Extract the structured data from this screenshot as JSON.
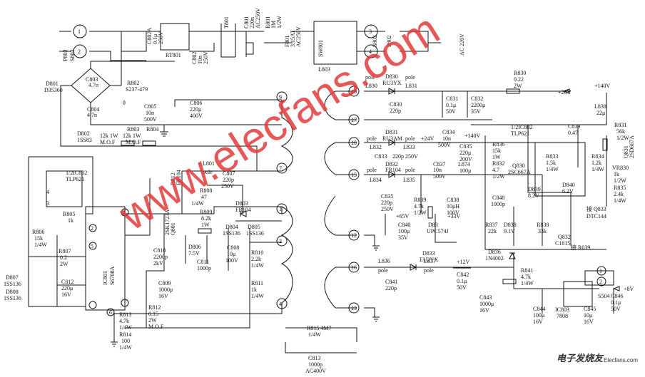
{
  "watermark": "www.elecfans.com",
  "brand": {
    "cn": "电子发烧友",
    "en": "Elecfans.com"
  },
  "ac_in": "AC 220V",
  "labels": [
    {
      "id": "p803",
      "text": "P803"
    },
    {
      "id": "s803",
      "text": "S803"
    },
    {
      "id": "c802a",
      "text": "C802A"
    },
    {
      "id": "c802a_v",
      "text": "0.1μ"
    },
    {
      "id": "c802a_r",
      "text": "250V"
    },
    {
      "id": "rt801",
      "text": "RT801"
    },
    {
      "id": "t801",
      "text": "T801"
    },
    {
      "id": "c802",
      "text": "C802"
    },
    {
      "id": "c802_v",
      "text": "10n"
    },
    {
      "id": "c802_r",
      "text": "250V"
    },
    {
      "id": "c801",
      "text": "C801"
    },
    {
      "id": "c801_v",
      "text": "220n"
    },
    {
      "id": "c801_r",
      "text": "AC250V"
    },
    {
      "id": "r801",
      "text": "R801"
    },
    {
      "id": "r801_v",
      "text": "1M"
    },
    {
      "id": "r801_p",
      "text": "1/2W"
    },
    {
      "id": "f801",
      "text": "F801"
    },
    {
      "id": "f801_v",
      "text": "3.15AT"
    },
    {
      "id": "f801_r",
      "text": "AC250V"
    },
    {
      "id": "sw801",
      "text": "SW801"
    },
    {
      "id": "s802",
      "text": "S802"
    },
    {
      "id": "p802",
      "text": "P802"
    },
    {
      "id": "l803",
      "text": "L803"
    },
    {
      "id": "d801",
      "text": "D801"
    },
    {
      "id": "d35360",
      "text": "D35360"
    },
    {
      "id": "c803",
      "text": "C803"
    },
    {
      "id": "c803_v",
      "text": "4.7n"
    },
    {
      "id": "c804",
      "text": "C804"
    },
    {
      "id": "c804_v",
      "text": "4.7n"
    },
    {
      "id": "r802",
      "text": "R802"
    },
    {
      "id": "r802_v",
      "text": "S237-479"
    },
    {
      "id": "theta",
      "text": "θ"
    },
    {
      "id": "c805",
      "text": "C805"
    },
    {
      "id": "c805_v",
      "text": "10n"
    },
    {
      "id": "c805_r",
      "text": "500V"
    },
    {
      "id": "c806",
      "text": "C806"
    },
    {
      "id": "c806_v",
      "text": "220μ"
    },
    {
      "id": "c806_r",
      "text": "400V"
    },
    {
      "id": "d802",
      "text": "D802"
    },
    {
      "id": "d802_v",
      "text": "1SS83"
    },
    {
      "id": "r803",
      "text": "R803"
    },
    {
      "id": "r803_v",
      "text": "12k  1W"
    },
    {
      "id": "r803_m",
      "text": "M.O.F"
    },
    {
      "id": "r804",
      "text": "R804"
    },
    {
      "id": "r804_v",
      "text": "12k  1W"
    },
    {
      "id": "r804_m",
      "text": "M.O.F"
    },
    {
      "id": "l801",
      "text": "L801"
    },
    {
      "id": "l801_p",
      "text": "pole"
    },
    {
      "id": "ic802a",
      "text": "1/2IC802"
    },
    {
      "id": "tlp621a",
      "text": "TLP621"
    },
    {
      "id": "r805",
      "text": "R805"
    },
    {
      "id": "r805_v",
      "text": "1k"
    },
    {
      "id": "r806",
      "text": "R806"
    },
    {
      "id": "r806_v",
      "text": "15k"
    },
    {
      "id": "r806_p",
      "text": "1/4W"
    },
    {
      "id": "r807",
      "text": "R807"
    },
    {
      "id": "r807_v",
      "text": "0.2"
    },
    {
      "id": "r807_p",
      "text": "2W"
    },
    {
      "id": "c812",
      "text": "C812"
    },
    {
      "id": "c812_v",
      "text": "220μ"
    },
    {
      "id": "c812_r",
      "text": "16V"
    },
    {
      "id": "d807",
      "text": "D807"
    },
    {
      "id": "d807_v",
      "text": "1SS136"
    },
    {
      "id": "d808",
      "text": "D808"
    },
    {
      "id": "d808_v",
      "text": "1SS136"
    },
    {
      "id": "ic801",
      "text": "IC801"
    },
    {
      "id": "ic801_v",
      "text": "S6708A"
    },
    {
      "id": "q801",
      "text": "Q801"
    },
    {
      "id": "q801_v",
      "text": "2SK1723A"
    },
    {
      "id": "d812",
      "text": "D812"
    },
    {
      "id": "d812_v",
      "text": "FR104"
    },
    {
      "id": "r808",
      "text": "R808"
    },
    {
      "id": "r808_v",
      "text": "47"
    },
    {
      "id": "r808_p",
      "text": "1/4W"
    },
    {
      "id": "r809",
      "text": "R809"
    },
    {
      "id": "r809_v",
      "text": "8.2k"
    },
    {
      "id": "r809_p",
      "text": "1W"
    },
    {
      "id": "c807",
      "text": "C807"
    },
    {
      "id": "c807_v",
      "text": "220p"
    },
    {
      "id": "c807_r",
      "text": "250V"
    },
    {
      "id": "d803",
      "text": "D803"
    },
    {
      "id": "d803_v",
      "text": "FR104"
    },
    {
      "id": "c810",
      "text": "C810"
    },
    {
      "id": "c810_v",
      "text": "2200p"
    },
    {
      "id": "c810_r",
      "text": "2kV"
    },
    {
      "id": "d806",
      "text": "D806"
    },
    {
      "id": "d806_v",
      "text": "7.5V"
    },
    {
      "id": "c811",
      "text": "C811"
    },
    {
      "id": "c811_v",
      "text": "1000p"
    },
    {
      "id": "d804",
      "text": "D804"
    },
    {
      "id": "d804_v",
      "text": "1SS136"
    },
    {
      "id": "c808",
      "text": "C808"
    },
    {
      "id": "c808_v",
      "text": "10μ"
    },
    {
      "id": "c808_r",
      "text": "100V"
    },
    {
      "id": "d805",
      "text": "D805"
    },
    {
      "id": "d805_v",
      "text": "1SS136"
    },
    {
      "id": "r810",
      "text": "R810"
    },
    {
      "id": "r810_v",
      "text": "2.2k"
    },
    {
      "id": "r810_p",
      "text": "1/4W"
    },
    {
      "id": "r811",
      "text": "R811"
    },
    {
      "id": "r811_v",
      "text": "1k"
    },
    {
      "id": "r811_p",
      "text": "1/4W"
    },
    {
      "id": "c809",
      "text": "C809"
    },
    {
      "id": "c809_v",
      "text": "1000μ"
    },
    {
      "id": "c809_r",
      "text": "16V"
    },
    {
      "id": "r812",
      "text": "R812"
    },
    {
      "id": "r812_v",
      "text": "0.15"
    },
    {
      "id": "r812_p",
      "text": "2W"
    },
    {
      "id": "r812_m",
      "text": "M.O.F"
    },
    {
      "id": "r813",
      "text": "R813"
    },
    {
      "id": "r813_v",
      "text": "4.7k"
    },
    {
      "id": "r813_p",
      "text": "1/4W"
    },
    {
      "id": "r814",
      "text": "R814"
    },
    {
      "id": "r814_v",
      "text": "100"
    },
    {
      "id": "r814_p",
      "text": "1/4W"
    },
    {
      "id": "r815",
      "text": "R815 4M7"
    },
    {
      "id": "r815_p",
      "text": "1/4W"
    },
    {
      "id": "c813",
      "text": "C813"
    },
    {
      "id": "c813_v",
      "text": "1000p"
    },
    {
      "id": "c813_r",
      "text": "AC400V"
    },
    {
      "id": "l830",
      "text": "L830"
    },
    {
      "id": "d830",
      "text": "D830"
    },
    {
      "id": "d830_v",
      "text": "RU3YX"
    },
    {
      "id": "l831",
      "text": "L831"
    },
    {
      "id": "pole1",
      "text": "pole"
    },
    {
      "id": "pole2",
      "text": "pole"
    },
    {
      "id": "c830",
      "text": "C830"
    },
    {
      "id": "c830_v",
      "text": "220p"
    },
    {
      "id": "c831",
      "text": "C831"
    },
    {
      "id": "c831_v",
      "text": "0.1μ"
    },
    {
      "id": "c831_r",
      "text": "50V"
    },
    {
      "id": "c832",
      "text": "C832"
    },
    {
      "id": "c832_v",
      "text": "2200μ"
    },
    {
      "id": "c832_r",
      "text": "35V"
    },
    {
      "id": "r830",
      "text": "R830"
    },
    {
      "id": "r830_v",
      "text": "0.22"
    },
    {
      "id": "r830_p",
      "text": "2W"
    },
    {
      "id": "v26",
      "text": "+26V"
    },
    {
      "id": "v140a",
      "text": "+140V"
    },
    {
      "id": "v140b",
      "text": "+140V"
    },
    {
      "id": "l838",
      "text": "L838"
    },
    {
      "id": "l838_v",
      "text": "22μ"
    },
    {
      "id": "d831",
      "text": "D831"
    },
    {
      "id": "l832",
      "text": "L832"
    },
    {
      "id": "l833",
      "text": "L833"
    },
    {
      "id": "d831_v",
      "text": "RU3AM"
    },
    {
      "id": "pole3",
      "text": "pole"
    },
    {
      "id": "pole4",
      "text": "pole"
    },
    {
      "id": "c833",
      "text": "C833"
    },
    {
      "id": "c833_v",
      "text": "220p 250V"
    },
    {
      "id": "v24",
      "text": "+24V"
    },
    {
      "id": "c834",
      "text": "C834"
    },
    {
      "id": "c834_v",
      "text": "10n"
    },
    {
      "id": "c834_r",
      "text": "500V"
    },
    {
      "id": "c835",
      "text": "C835"
    },
    {
      "id": "c835_v",
      "text": "220μ"
    },
    {
      "id": "c835_r",
      "text": "200V"
    },
    {
      "id": "d832",
      "text": "D832"
    },
    {
      "id": "d832_v",
      "text": "FR104"
    },
    {
      "id": "l834",
      "text": "L834"
    },
    {
      "id": "l835",
      "text": "L835"
    },
    {
      "id": "pole5",
      "text": "pole"
    },
    {
      "id": "pole6",
      "text": "pole"
    },
    {
      "id": "c836",
      "text": "C835"
    },
    {
      "id": "c836_v",
      "text": "220p"
    },
    {
      "id": "c836_r",
      "text": "250V"
    },
    {
      "id": "c837",
      "text": "C837"
    },
    {
      "id": "c837_v",
      "text": "10n"
    },
    {
      "id": "c837_r",
      "text": "500V"
    },
    {
      "id": "l874",
      "text": "L874"
    },
    {
      "id": "l874_v",
      "text": "100μ"
    },
    {
      "id": "r839",
      "text": "R839"
    },
    {
      "id": "r839_v",
      "text": "4.7k"
    },
    {
      "id": "r839_p",
      "text": "1/2W"
    },
    {
      "id": "c838",
      "text": "C838"
    },
    {
      "id": "c838_v",
      "text": "10μH"
    },
    {
      "id": "c838_r",
      "text": "100V"
    },
    {
      "id": "v65",
      "text": "+65V"
    },
    {
      "id": "v33",
      "text": "+33V"
    },
    {
      "id": "c840",
      "text": "C840"
    },
    {
      "id": "c840_v",
      "text": "100μ"
    },
    {
      "id": "c840_r",
      "text": "35V"
    },
    {
      "id": "d83",
      "text": "D83"
    },
    {
      "id": "upc574j",
      "text": "UPC574J"
    },
    {
      "id": "ic802b",
      "text": "1/2IC802"
    },
    {
      "id": "tlp621b",
      "text": "TLP621"
    },
    {
      "id": "r836",
      "text": "R836"
    },
    {
      "id": "r836_v",
      "text": "15k"
    },
    {
      "id": "r836_p",
      "text": "1W"
    },
    {
      "id": "r832",
      "text": "R832"
    },
    {
      "id": "r832_v",
      "text": "4.7"
    },
    {
      "id": "r832_p",
      "text": "1/2W"
    },
    {
      "id": "r833",
      "text": "R833"
    },
    {
      "id": "r833_v",
      "text": "1.5k"
    },
    {
      "id": "r833_p",
      "text": "1/4W"
    },
    {
      "id": "c839",
      "text": "C839"
    },
    {
      "id": "c839_v",
      "text": "0.47"
    },
    {
      "id": "r831",
      "text": "R831"
    },
    {
      "id": "r831_v",
      "text": "56k"
    },
    {
      "id": "r831_p",
      "text": "1/2W"
    },
    {
      "id": "q831",
      "text": "Q831"
    },
    {
      "id": "q831_v",
      "text": "2SD667A"
    },
    {
      "id": "r834",
      "text": "R834"
    },
    {
      "id": "r834_v",
      "text": "1.2k"
    },
    {
      "id": "r834_p",
      "text": "1/4W"
    },
    {
      "id": "vr830",
      "text": "VR830"
    },
    {
      "id": "vr830_v",
      "text": "1k"
    },
    {
      "id": "vr830_p",
      "text": "1/2W"
    },
    {
      "id": "d840",
      "text": "D840"
    },
    {
      "id": "d840_v",
      "text": "6.2V"
    },
    {
      "id": "r835",
      "text": "R835"
    },
    {
      "id": "r835_v",
      "text": "2.4k"
    },
    {
      "id": "r835_p",
      "text": "1/4W"
    },
    {
      "id": "q830",
      "text": "Q830"
    },
    {
      "id": "q830_v",
      "text": "2SC667A"
    },
    {
      "id": "c848",
      "text": "C848"
    },
    {
      "id": "c848_v",
      "text": "1000p"
    },
    {
      "id": "d839",
      "text": "D839"
    },
    {
      "id": "d839_v",
      "text": "8.2V"
    },
    {
      "id": "r837",
      "text": "R837"
    },
    {
      "id": "r837_v",
      "text": "22k"
    },
    {
      "id": "d838",
      "text": "D838"
    },
    {
      "id": "d838_v",
      "text": "9.1V"
    },
    {
      "id": "r838",
      "text": "R838"
    },
    {
      "id": "r838_v",
      "text": "33k"
    },
    {
      "id": "q832",
      "text": "Q832"
    },
    {
      "id": "q832_v",
      "text": "C1815"
    },
    {
      "id": "to_q833",
      "text": "接 Q833"
    },
    {
      "id": "dtc144",
      "text": "DTC144"
    },
    {
      "id": "to_r039",
      "text": "接 R039"
    },
    {
      "id": "d833",
      "text": "D833"
    },
    {
      "id": "d833_v",
      "text": "EU2YX"
    },
    {
      "id": "l836",
      "text": "L836"
    },
    {
      "id": "l837",
      "text": "L837"
    },
    {
      "id": "pole7",
      "text": "pole"
    },
    {
      "id": "pole8",
      "text": "pole"
    },
    {
      "id": "c841",
      "text": "C841"
    },
    {
      "id": "c841_v",
      "text": "220p"
    },
    {
      "id": "v12",
      "text": "+12V"
    },
    {
      "id": "c842",
      "text": "C842"
    },
    {
      "id": "c842_v",
      "text": "0.1μ"
    },
    {
      "id": "c842_r",
      "text": "50V"
    },
    {
      "id": "c843",
      "text": "C843"
    },
    {
      "id": "c843_v",
      "text": "1000μ"
    },
    {
      "id": "c843_r",
      "text": "16V"
    },
    {
      "id": "d836",
      "text": "D836"
    },
    {
      "id": "d836_v",
      "text": "1N4002"
    },
    {
      "id": "r841",
      "text": "R841"
    },
    {
      "id": "r841_v",
      "text": "4.7k"
    },
    {
      "id": "r841_p",
      "text": "1/4W"
    },
    {
      "id": "s504",
      "text": "S504"
    },
    {
      "id": "v8",
      "text": "+8V"
    },
    {
      "id": "c844",
      "text": "C844"
    },
    {
      "id": "c844_v",
      "text": "100μ"
    },
    {
      "id": "c844_r",
      "text": "16V"
    },
    {
      "id": "ic803",
      "text": "IC803"
    },
    {
      "id": "ic803_v",
      "text": "7808"
    },
    {
      "id": "c845",
      "text": "C845"
    },
    {
      "id": "c845_v",
      "text": "10μ"
    },
    {
      "id": "c845_r",
      "text": "16V"
    },
    {
      "id": "c846",
      "text": "C846"
    },
    {
      "id": "c846_v",
      "text": "0.1μ"
    },
    {
      "id": "c846_r",
      "text": "50V"
    }
  ],
  "pins": [
    "18",
    "17",
    "10",
    "15",
    "12",
    "16",
    "13",
    "9",
    "7",
    "1",
    "2",
    "4",
    "1",
    "2",
    "3",
    "4",
    "5",
    "6",
    "1",
    "2",
    "3",
    "4",
    "1",
    "2"
  ],
  "ic_pins": [
    "1",
    "2",
    "3",
    "4",
    "5",
    "6"
  ]
}
